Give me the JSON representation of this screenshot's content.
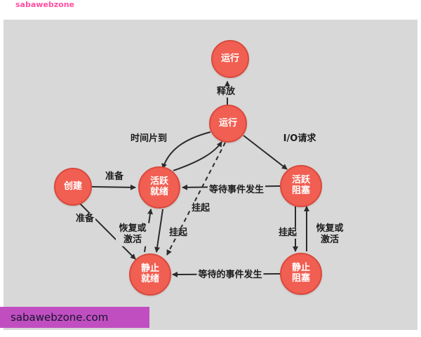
{
  "watermark": {
    "top_text": "sabawebzone",
    "banner_text": "sabawebzone.com"
  },
  "colors": {
    "background_panel": "#d8d8d8",
    "node_fill": "#f15f52",
    "node_border": "#d94a3d",
    "node_text": "#ffffff",
    "arrow": "#2b2b2b",
    "banner_bg": "#c14ec1",
    "watermark_pink": "#ff4fa0"
  },
  "diagram": {
    "type": "state-transition-diagram",
    "nodes": [
      {
        "id": "running-top",
        "line1": "运行",
        "line2": ""
      },
      {
        "id": "running",
        "line1": "运行",
        "line2": ""
      },
      {
        "id": "create",
        "line1": "创建",
        "line2": ""
      },
      {
        "id": "active-ready",
        "line1": "活跃",
        "line2": "就绪"
      },
      {
        "id": "active-blocked",
        "line1": "活跃",
        "line2": "阻塞"
      },
      {
        "id": "static-ready",
        "line1": "静止",
        "line2": "就绪"
      },
      {
        "id": "static-blocked",
        "line1": "静止",
        "line2": "阻塞"
      }
    ],
    "edge_labels": [
      {
        "id": "release",
        "text": "释放"
      },
      {
        "id": "time-slice",
        "text": "时间片到"
      },
      {
        "id": "io-request",
        "text": "I/O请求"
      },
      {
        "id": "prepare-upper",
        "text": "准备"
      },
      {
        "id": "prepare-lower",
        "text": "准备"
      },
      {
        "id": "wait-event-occurs",
        "text": "等待事件发生"
      },
      {
        "id": "suspend-dashed",
        "text": "挂起"
      },
      {
        "id": "resume-or-activate-left",
        "text": "恢复或激活"
      },
      {
        "id": "suspend-ready",
        "text": "挂起"
      },
      {
        "id": "suspend-blocked",
        "text": "挂起"
      },
      {
        "id": "resume-or-activate-right",
        "text": "恢复或激活"
      },
      {
        "id": "awaited-event-occurs",
        "text": "等待的事件发生"
      }
    ]
  }
}
